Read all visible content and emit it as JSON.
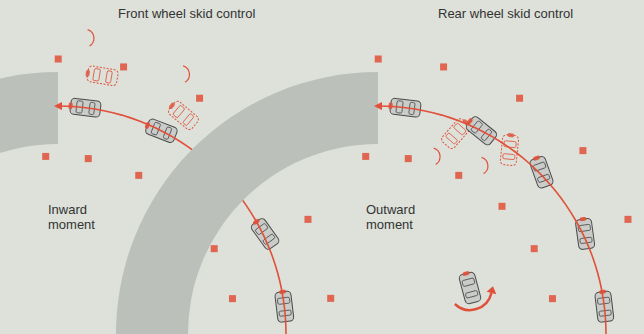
{
  "diagram": {
    "labels": [
      "Front wheel skid control",
      "Rear wheel skid control",
      "Inward moment",
      "Outward moment"
    ]
  }
}
